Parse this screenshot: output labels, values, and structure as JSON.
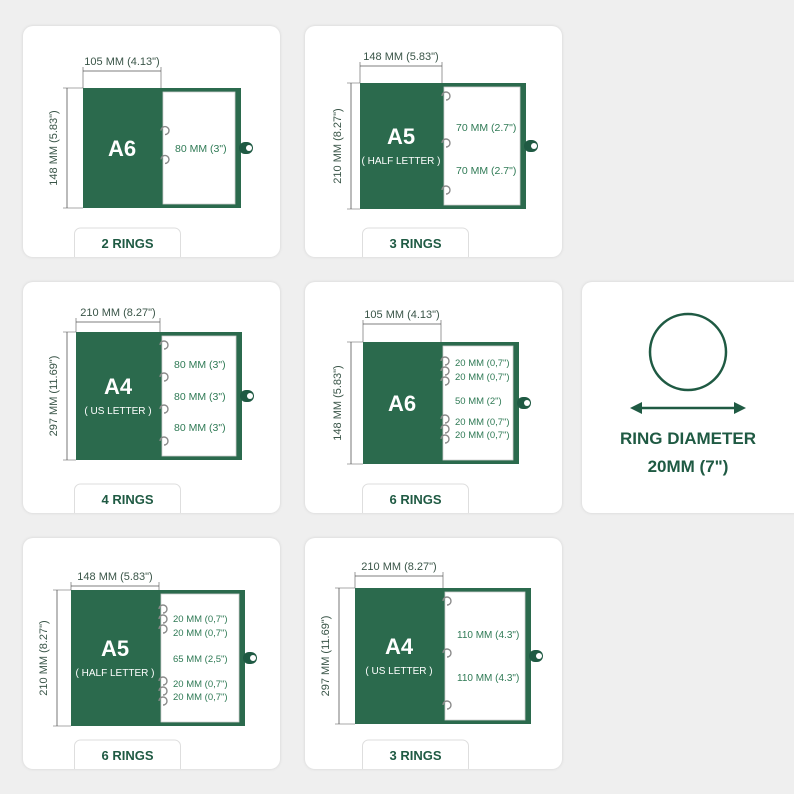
{
  "colors": {
    "cover": "#2b6a4d",
    "cover_dark": "#1f5a43",
    "paper": "#ffffff",
    "dim_line": "#555555",
    "accent_text": "#2f7a55",
    "background": "#efefef"
  },
  "cards": [
    {
      "id": "a6-2",
      "size": "A6",
      "subtitle": "",
      "width_label": "105 MM (4.13\")",
      "height_label": "148 MM (5.83\")",
      "tab_label": "2 RINGS",
      "ring_count": 2,
      "notes": [
        "80 MM (3\")"
      ]
    },
    {
      "id": "a5-3",
      "size": "A5",
      "subtitle": "( HALF LETTER )",
      "width_label": "148 MM (5.83\")",
      "height_label": "210 MM (8.27\")",
      "tab_label": "3 RINGS",
      "ring_count": 3,
      "notes": [
        "70 MM (2.7\")",
        "70 MM (2.7\")"
      ]
    },
    {
      "id": "a4-4",
      "size": "A4",
      "subtitle": "( US LETTER )",
      "width_label": "210 MM (8.27\")",
      "height_label": "297 MM (11.69\")",
      "tab_label": "4 RINGS",
      "ring_count": 4,
      "notes": [
        "80 MM (3\")",
        "80 MM (3\")",
        "80 MM (3\")"
      ]
    },
    {
      "id": "a6-6",
      "size": "A6",
      "subtitle": "",
      "width_label": "105 MM (4.13\")",
      "height_label": "148 MM (5.83\")",
      "tab_label": "6 RINGS",
      "ring_count": 6,
      "notes": [
        "20 MM (0,7\")",
        "20 MM (0,7\")",
        "50 MM (2\")",
        "20 MM (0,7\")",
        "20 MM (0,7\")"
      ]
    },
    {
      "id": "a5-6",
      "size": "A5",
      "subtitle": "( HALF LETTER )",
      "width_label": "148 MM (5.83\")",
      "height_label": "210 MM (8.27\")",
      "tab_label": "6 RINGS",
      "ring_count": 6,
      "notes": [
        "20 MM (0,7\")",
        "20 MM (0,7\")",
        "65 MM (2,5\")",
        "20 MM (0,7\")",
        "20 MM (0,7\")"
      ]
    },
    {
      "id": "a4-3",
      "size": "A4",
      "subtitle": "( US LETTER )",
      "width_label": "210 MM (8.27\")",
      "height_label": "297 MM (11.69\")",
      "tab_label": "3 RINGS",
      "ring_count": 3,
      "notes": [
        "110 MM (4.3\")",
        "110 MM (4.3\")"
      ]
    }
  ],
  "ring_diameter": {
    "line1": "RING DIAMETER",
    "line2": "20MM (7\")"
  }
}
